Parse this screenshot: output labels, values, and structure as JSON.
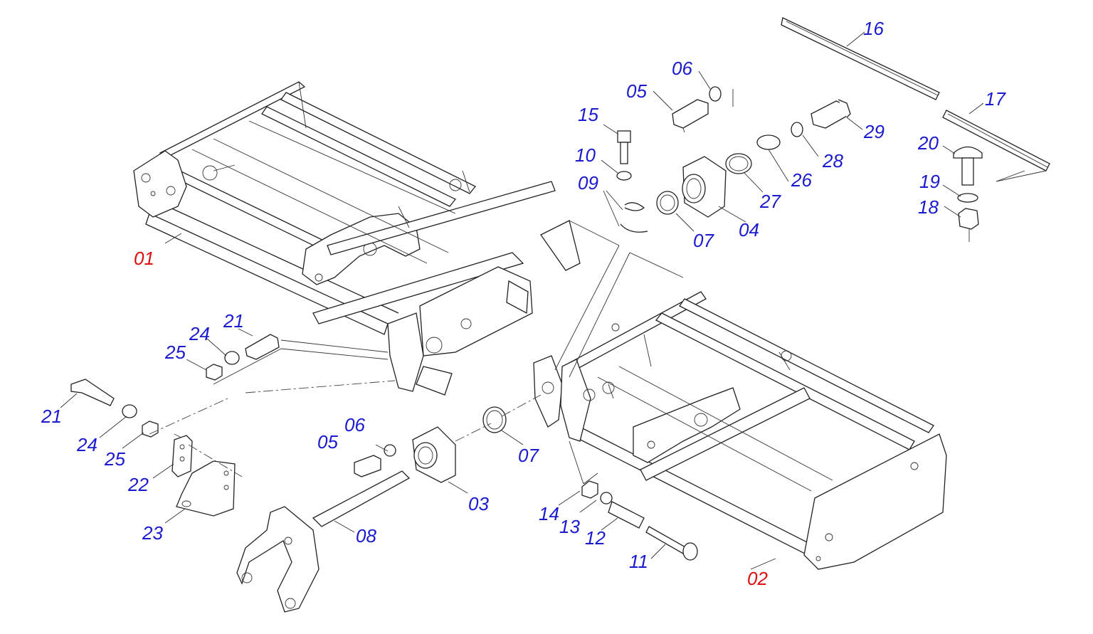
{
  "diagram": {
    "callouts": [
      {
        "id": "01",
        "text": "01",
        "color": "red"
      },
      {
        "id": "02",
        "text": "02",
        "color": "red"
      },
      {
        "id": "03",
        "text": "03",
        "color": "blue"
      },
      {
        "id": "04",
        "text": "04",
        "color": "blue"
      },
      {
        "id": "05a",
        "text": "05",
        "color": "blue"
      },
      {
        "id": "05b",
        "text": "05",
        "color": "blue"
      },
      {
        "id": "06a",
        "text": "06",
        "color": "blue"
      },
      {
        "id": "06b",
        "text": "06",
        "color": "blue"
      },
      {
        "id": "07a",
        "text": "07",
        "color": "blue"
      },
      {
        "id": "07b",
        "text": "07",
        "color": "blue"
      },
      {
        "id": "08",
        "text": "08",
        "color": "blue"
      },
      {
        "id": "09",
        "text": "09",
        "color": "blue"
      },
      {
        "id": "10",
        "text": "10",
        "color": "blue"
      },
      {
        "id": "11",
        "text": "11",
        "color": "blue"
      },
      {
        "id": "12",
        "text": "12",
        "color": "blue"
      },
      {
        "id": "13",
        "text": "13",
        "color": "blue"
      },
      {
        "id": "14",
        "text": "14",
        "color": "blue"
      },
      {
        "id": "15",
        "text": "15",
        "color": "blue"
      },
      {
        "id": "16",
        "text": "16",
        "color": "blue"
      },
      {
        "id": "17",
        "text": "17",
        "color": "blue"
      },
      {
        "id": "18",
        "text": "18",
        "color": "blue"
      },
      {
        "id": "19",
        "text": "19",
        "color": "blue"
      },
      {
        "id": "20",
        "text": "20",
        "color": "blue"
      },
      {
        "id": "21a",
        "text": "21",
        "color": "blue"
      },
      {
        "id": "21b",
        "text": "21",
        "color": "blue"
      },
      {
        "id": "22",
        "text": "22",
        "color": "blue"
      },
      {
        "id": "23",
        "text": "23",
        "color": "blue"
      },
      {
        "id": "24a",
        "text": "24",
        "color": "blue"
      },
      {
        "id": "24b",
        "text": "24",
        "color": "blue"
      },
      {
        "id": "25a",
        "text": "25",
        "color": "blue"
      },
      {
        "id": "25b",
        "text": "25",
        "color": "blue"
      },
      {
        "id": "26",
        "text": "26",
        "color": "blue"
      },
      {
        "id": "27",
        "text": "27",
        "color": "blue"
      },
      {
        "id": "28",
        "text": "28",
        "color": "blue"
      },
      {
        "id": "29",
        "text": "29",
        "color": "blue"
      }
    ],
    "colors": {
      "callout_blue": "#1a1ad0",
      "callout_red": "#dd1111",
      "line": "#222222"
    }
  }
}
